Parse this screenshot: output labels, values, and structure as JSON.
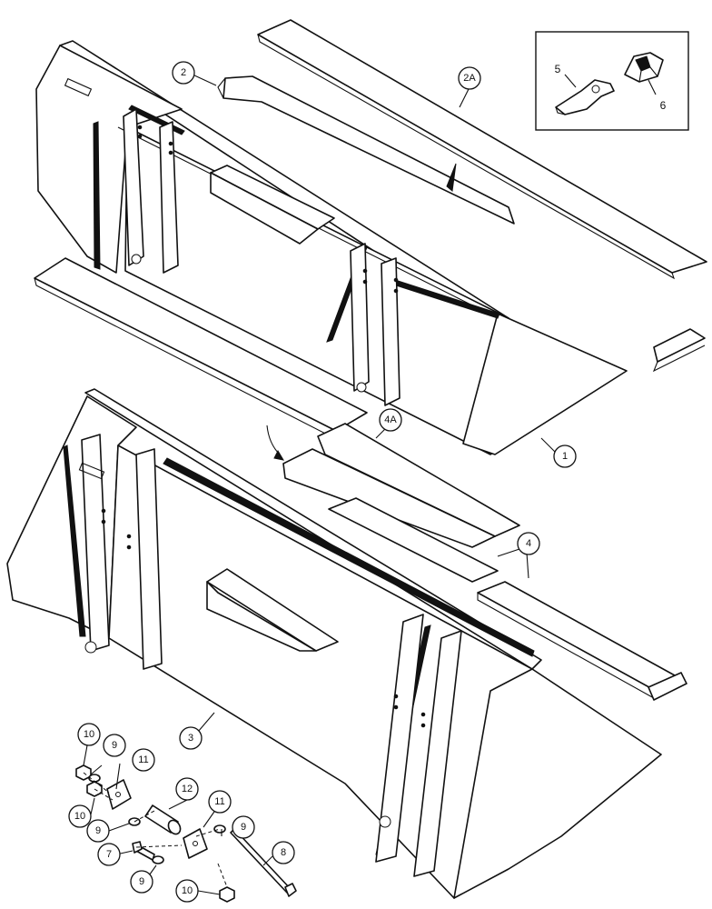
{
  "callouts": {
    "c1": "1",
    "c2": "2",
    "c2a": "2A",
    "c3": "3",
    "c4a": "4A",
    "c4": "4",
    "c7": "7",
    "c8": "8",
    "c9a": "9",
    "c9b": "9",
    "c9c": "9",
    "c9d": "9",
    "c10a": "10",
    "c10b": "10",
    "c10c": "10",
    "c11a": "11",
    "c11b": "11",
    "c12": "12"
  },
  "inset_labels": {
    "l5": "5",
    "l6": "6"
  }
}
